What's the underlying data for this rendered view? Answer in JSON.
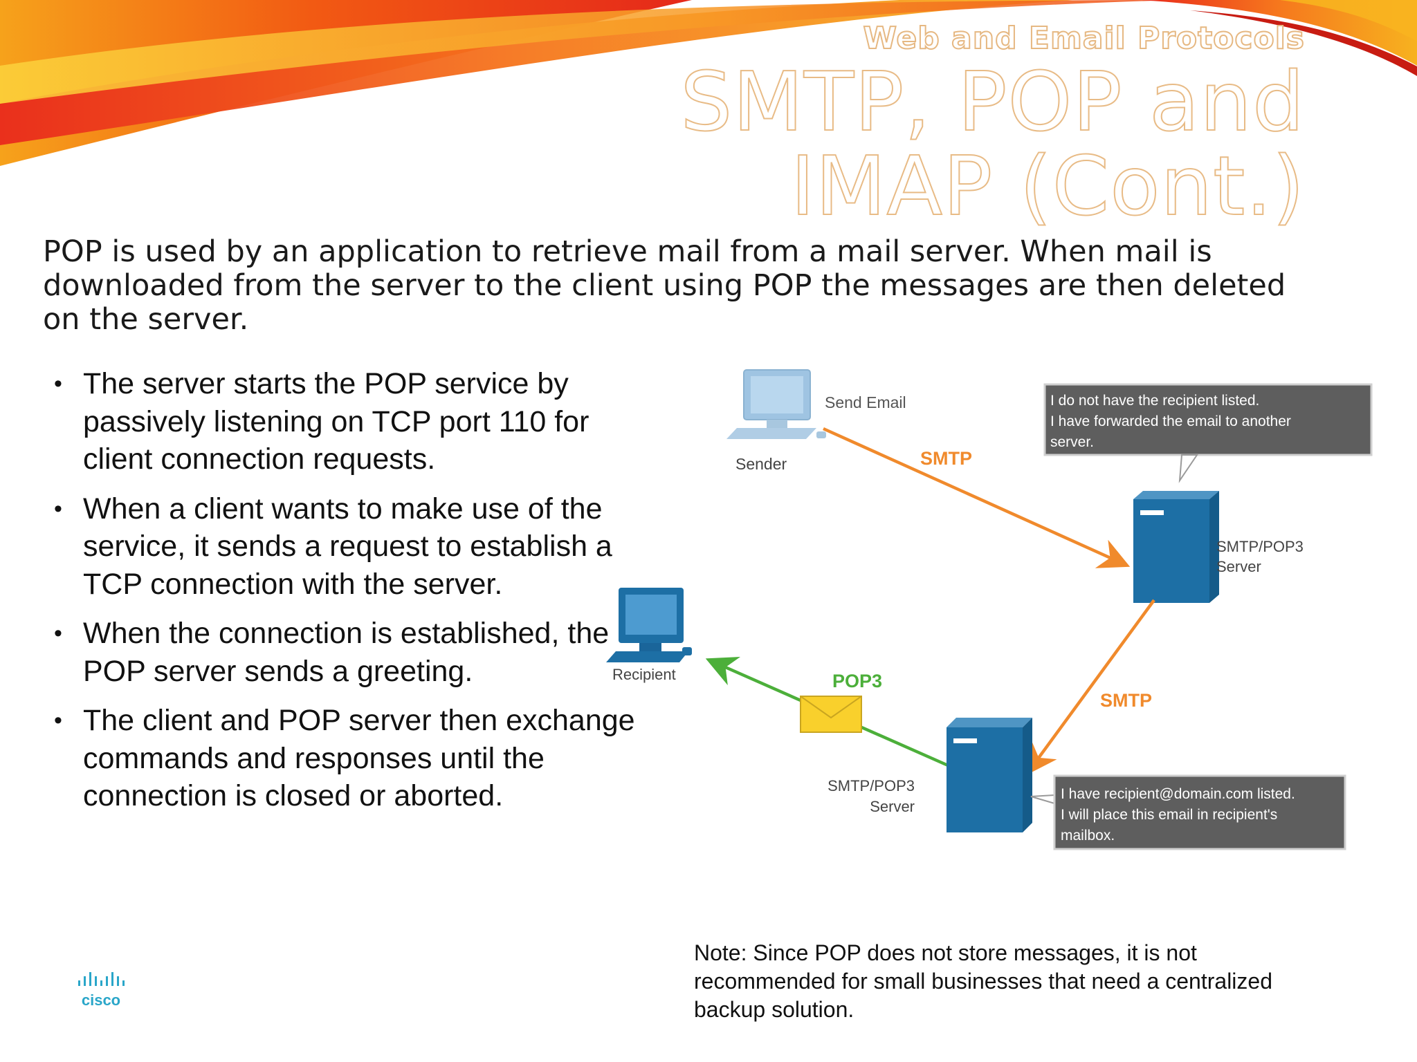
{
  "header": {
    "subtitle": "Web and Email Protocols",
    "title": "SMTP, POP and IMAP (Cont.)"
  },
  "intro": "POP is used by an application to retrieve mail from a mail server. When mail is downloaded from the server to the client using POP the messages are then deleted on the server.",
  "bullets": [
    "The server starts the POP service by passively listening on TCP port 110 for client connection requests.",
    "When a client wants to make use of the service, it sends a request to establish a TCP connection with the server.",
    "When the connection is established, the POP server sends a greeting.",
    "The client and POP server then exchange commands and responses until the connection is closed or aborted."
  ],
  "diagram": {
    "send_email": "Send Email",
    "sender": "Sender",
    "smtp_top": "SMTP",
    "server_top_line1": "SMTP/POP3",
    "server_top_line2": "Server",
    "callout_top": [
      "I do not have the recipient listed.",
      "I have forwarded the email to another",
      "server."
    ],
    "recipient": "Recipient",
    "pop3": "POP3",
    "smtp_bottom": "SMTP",
    "server_bottom_line1": "SMTP/POP3",
    "server_bottom_line2": "Server",
    "callout_bottom": [
      "I have recipient@domain.com listed.",
      "I will place this email in recipient's",
      "mailbox."
    ],
    "colors": {
      "smtp": "#f08a2c",
      "pop3": "#4caf3a",
      "server": "#1d6fa5",
      "callout": "#5e5e5e"
    }
  },
  "note": "Note: Since POP does not store messages, it is not recommended for small businesses that need a centralized backup solution.",
  "logo": {
    "icon": "cisco-logo-icon",
    "text": "cisco"
  }
}
